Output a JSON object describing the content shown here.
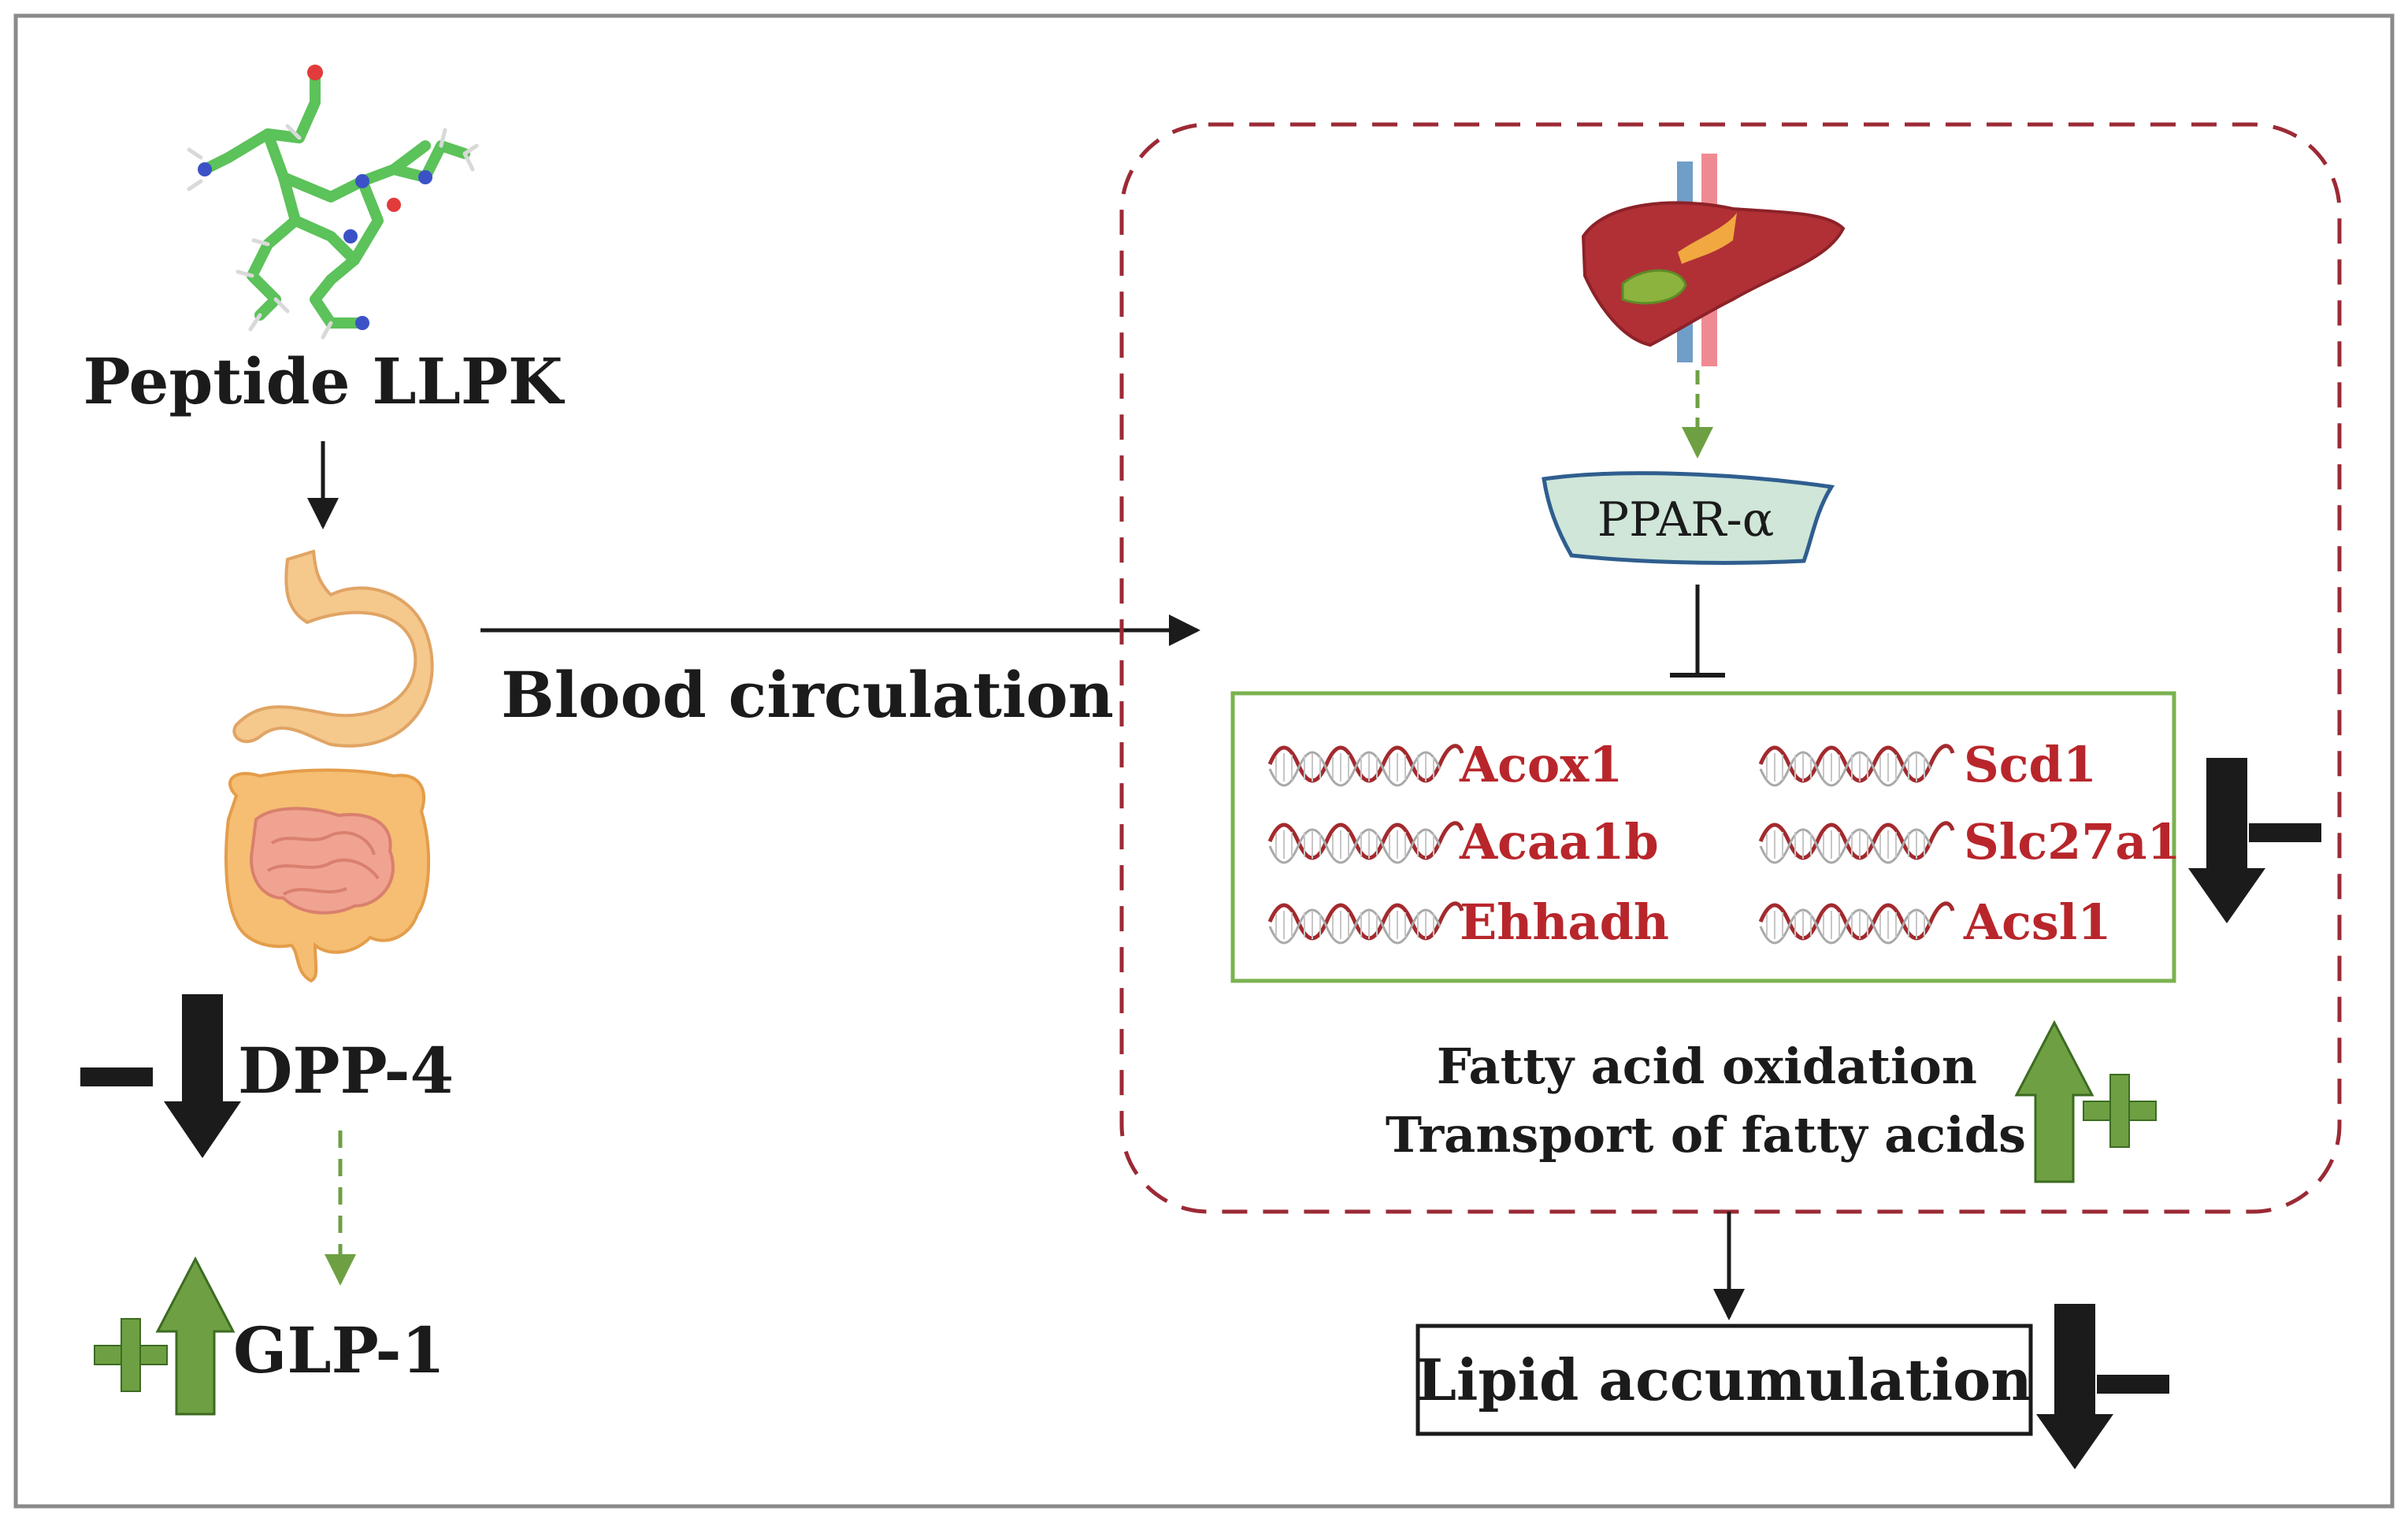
{
  "labels": {
    "peptide": "Peptide LLPK",
    "blood_circulation": "Blood circulation",
    "dpp4": "DPP-4",
    "glp1": "GLP-1",
    "ppar": "PPAR-α",
    "fatty_acid_oxidation": "Fatty acid oxidation",
    "transport_fatty_acids": "Transport of fatty acids",
    "lipid_accumulation": "Lipid accumulation"
  },
  "genes": {
    "left": [
      "Acox1",
      "Acaa1b",
      "Ehhadh"
    ],
    "right": [
      "Scd1",
      "Slc27a1",
      "Acsl1"
    ]
  },
  "colors": {
    "frame": "#8a8a8a",
    "dashed_border": "#9b2a35",
    "gene_box": "#7ab24f",
    "gene_text": "#b8262b",
    "up_arrow": "#6ea043",
    "down_arrow": "#1b1b1b",
    "ppar_fill": "#cfe6d8",
    "ppar_stroke": "#2f5e8f",
    "green_dash": "#6ea043"
  }
}
